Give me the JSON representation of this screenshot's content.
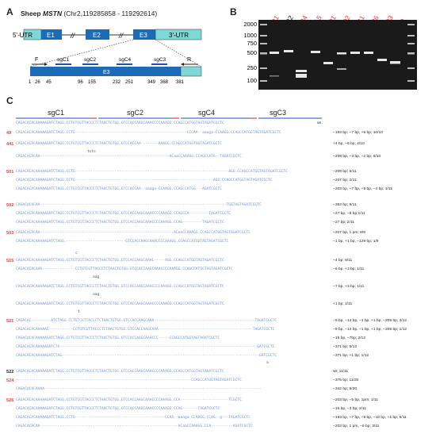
{
  "panelA": {
    "letter": "A",
    "title_prefix": "Sheep ",
    "gene": "MSTN",
    "coords": " (Chr2,119285858 - 119292614)",
    "utr5": "5'-UTR",
    "utr3": "3'-UTR",
    "exons": [
      "E1",
      "E2",
      "E3"
    ],
    "primers": [
      "F",
      "R"
    ],
    "sgrnas": [
      "sgC1",
      "sgC2",
      "sgC4",
      "sgC3"
    ],
    "positions": [
      "1",
      "26",
      "45",
      "96",
      "155",
      "232",
      "251",
      "349",
      "368",
      "381"
    ]
  },
  "panelB": {
    "letter": "B",
    "ladder": [
      "2000",
      "1000",
      "750",
      "500",
      "250",
      "100"
    ],
    "lanes": [
      {
        "label": "521",
        "color": "#e8403a"
      },
      {
        "label": "522",
        "color": "#222222"
      },
      {
        "label": "524",
        "color": "#e8403a"
      },
      {
        "label": "515",
        "color": "#e8403a"
      },
      {
        "label": "501",
        "color": "#e8403a"
      },
      {
        "label": "502",
        "color": "#e8403a"
      },
      {
        "label": "441",
        "color": "#e8403a"
      },
      {
        "label": "526",
        "color": "#e8403a"
      },
      {
        "label": "503",
        "color": "#e8403a"
      },
      {
        "label": "49",
        "color": "#e8403a"
      }
    ]
  },
  "panelC": {
    "letter": "C",
    "headers": [
      "sgC1",
      "sgC2",
      "sgC4",
      "sgC3"
    ],
    "seqs": [
      "CAGACACACAAAAAGATCTAGG.CCTGTCGTTACCCTCTAACTGTGG.GTCCACCAAGCAAACCCCAAAGG.CCAGCCATGGTAGTAGATCGCTC",
      "CAGACACACAAAAAGATCTAGG.CCTG---------------------------------------------------CCCAA--aaaga-CCAAGG.CCAGCCATGGTAGTAGATCGCTC",
      "CAGACACACAAAAAGATCTAGG.CCTGTCGTTACCCTCTAACTGTGG.GTCCACCAA--------AAAGG.CCAGCCATGGTAGTAGATCGCTC",
      "CAGACACACAA-----------------------------------------------------------ACaaCCAAAGG.CCAGCCATG--TAGATCGCTC",
      "CAGACACACAAAAAGATCTAGG.CCTG----------------------------------------------------------------------AGG.CCAGCCATGGTAGTAGATCGCTC",
      "CAGACACACAAAAAGATCTAGG.CCTG---------------------------------------------------------------AGG.CCAGCCATGGTAGTAGATCGCTC",
      "CAGACACACAAAAAGATCTAGG.CCTGTCGTTACCCTCTAACTGTGG.GTCCACCAA--aaaga-CCAAGG.CCAGCCATGG---AGATCGCTC",
      "CAGACACACAA-------------------------------------------------------------------------------------TGGTAGTAGATCGCTC",
      "CAGACACACAAAAAGATCTAGG.CCTGTCGTTACCCTCTAACTGTGG.GTCCACCAAGCAAACCCCAAAGG.CCAGCCA---------TAGATCGCTC",
      "CAGACACACAAAAAGATCTAGG.CCTGTCGTTACCCTCTAACTGTGG.GTCCACCAAGCAAACCCCAAAGG.CCAG---------TAGATCGCTC",
      "CAGACACACAA-------------------------------------------------------------ACaaCCAAAGG.CCAGCCATGGTAGTAGATCGCTC",
      "CAGACACACAAAAAGATCTAGG.---------------------------GTCCACCAAGCAAACCCCAAAGG.CCAGCCATGGTAGTAGATCGCTC",
      "CAGACACACAAAAAGATCTAGG.CCTGTCGTTACCCTCTAACTGTGG.GTCCACCAAGCAAAC-----AGG.CCAGCCATGGTAGTAGATCGCTC",
      "CAGACACACAAA---------------CCTGTCGTTACCCTCTAACTGTGG.GTCCACCAAGCAAACCCCAAAGG.CCAGCCATGGTAGTAGATCGCTC",
      "CAGACACACAAAAAGATCTAGG.CCTGTCGTTACCCTCTAACTGTGG.GTCCACCAAGCAAACCCCAAAGG.CCAGCCATGGTAGTAGATCGCTC",
      "CAGACACACAAAAAGATCTAGG.CCTGTCGTTACCCTCTAACTGTGG.GTCCACCAAGCAAACCCCAAAGG.CCAGCCATGGTAGTAGATCGCTC",
      "CAGACAC---------ATCTAGG.CCTGTCGTTACCCTCTAACTGTGG.GTCCACCAAGCAAA----------------------------------------------TAGATCGCTC",
      "CAGACACACAAAAAG-----------CCTGTCGTTACCCTCTAACTGTGG.GTCCACCAAGCAAA-------------------------------------------TAGATCGCTC",
      "CAGACACACAAAAAGATCTAGG.CCTGTCGTTACCCTCTAACTGTGG.GTCCACCAAGCAAACCC-----CCAGCCATGGTAGTAGATCGCTC",
      "CAGACACACAAAAAGATCTA------------------------------------------------------------------------------------------GATCGCTC",
      "CAGACACACAAAAAGATCTAG------------------------------------------------------------------------------------------GATCGCTC",
      "CAGACACACAAAAAGATCTAGG.CCTGTCGTTACCCTCTAACTGTGG.GTCCACCAAGCAAACCCCAAAGG.CCAGCCATGGTAGTAGATCGCTC",
      "--------------------------------------------------------------------------------CCAGCCATGGTAGTAGATCGCTC",
      "CAGACACACAAAA---------------------------------------------------------------------------------------------------",
      "CAGACACACAAAAAGATCTAGG.CCTGTCGTTACCCTCTAACTGTGG.GTCCACCAAGCAAACCCCAAAGG.CCA----------------------TCGCTC",
      "CAGACACACAAAAAGATCTAGG.CCTGTCGTTACCCTCTAACTGTGG.GTCCACCAAGCAAACCCCAAAGG.CCAG-------TAGATCGCTC",
      "CAGACACACAAAAAGATCTAGG.CCTG-----------------------------------------CCAA--aaaga-CCAAGG.CCAG--g---TAGATCGCTC",
      "CAGACACACAA---------------------------------------------------------------ACaaCCAAAGG.CCA----------AGATCGCTC"
    ],
    "notes": [
      "wt",
      "−193 bp, −7 bp, +5 bp; 10/10",
      "+4 bp, −6 bp; 4/10",
      "−209 bp, +3 bp, −2 bp; 6/10",
      "−209 bp; 5/11",
      "−207 bp; 2/11",
      "−203 bp, −7 bp, +5 bp, −4 bp; 1/11",
      "−353 bp; 9/11",
      "−27 bp, −8 bp;1/11",
      "−27 bp; 2/11",
      "−207 bp, 1 pm; 8/9",
      "−1 bp, +1 bp, −129 bp; 1/9",
      "−4 bp; 8/11",
      "−6 bp, +3 bp; 1/11",
      "−7 bp, +3 bp; 1/11",
      "+1 bp; 1/11",
      "−9 bp, −14 bp, −1 bp, +1 bp, −209 bp; 3/12",
      "−9 bp, −14 bp, −1 bp, +1 bp, −209 bp; 1/12",
      "−15 bp, −7bp; 2/12",
      "−371 bp; 5/12",
      "−371 bp, +1 bp; 1/12",
      "wt; 11/11",
      "−375 bp; 11/20",
      "−342 bp; 9/20",
      "−203 bp, −5 bp, 1pm; 1/11",
      "−16 bp, −3 bp; 2/11",
      "−193 bp, −7 bp, +5 bp, −10 bp, +1 bp; 5/11",
      "−203 bp, 1 pm, −6 bp; 3/11"
    ],
    "ids": [
      "49",
      "441",
      "501",
      "502",
      "503",
      "515",
      "521",
      "522",
      "524",
      "526"
    ],
    "insertions": [
      "tctc",
      "c",
      "aag",
      "aag",
      "t",
      "a"
    ]
  }
}
